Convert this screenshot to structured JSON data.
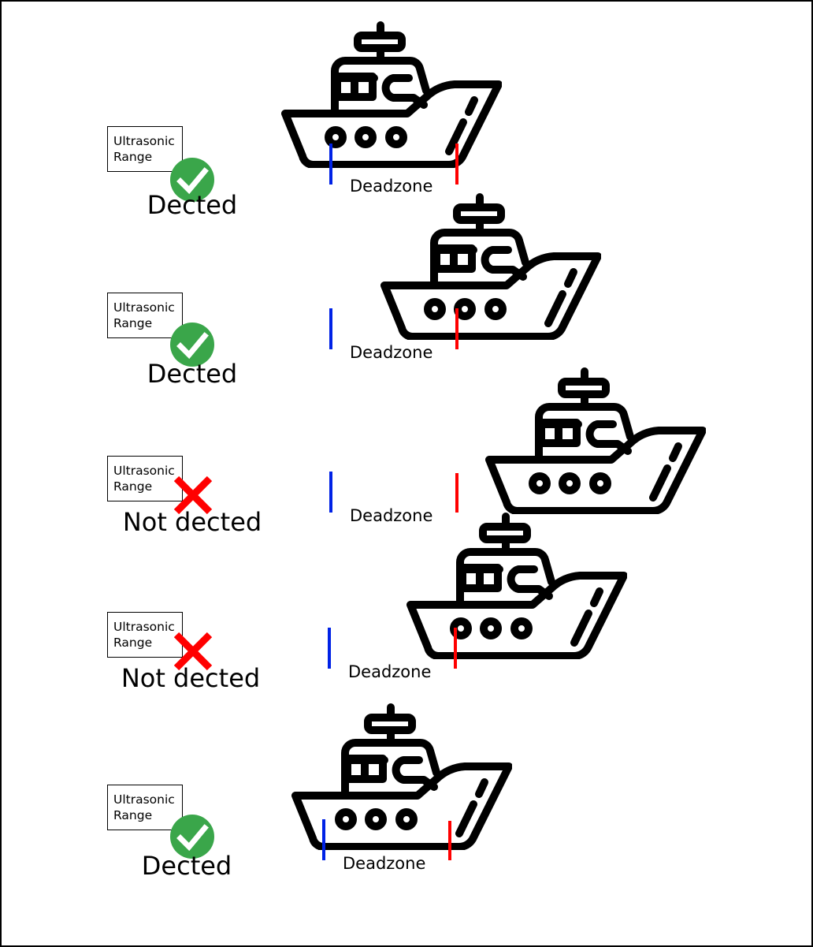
{
  "colors": {
    "blue_marker": "#0022e6",
    "red_marker": "#ff0000",
    "check_green": "#3aa64a",
    "cross_red": "#ff0000"
  },
  "scenarios": [
    {
      "range_label": [
        "Ultrasonic",
        "Range"
      ],
      "status_icon": "check-icon",
      "status_text": "Dected",
      "deadzone_label": "Deadzone"
    },
    {
      "range_label": [
        "Ultrasonic",
        "Range"
      ],
      "status_icon": "check-icon",
      "status_text": "Dected",
      "deadzone_label": "Deadzone"
    },
    {
      "range_label": [
        "Ultrasonic",
        "Range"
      ],
      "status_icon": "cross-icon",
      "status_text": "Not dected",
      "deadzone_label": "Deadzone"
    },
    {
      "range_label": [
        "Ultrasonic",
        "Range"
      ],
      "status_icon": "cross-icon",
      "status_text": "Not dected",
      "deadzone_label": "Deadzone"
    },
    {
      "range_label": [
        "Ultrasonic",
        "Range"
      ],
      "status_icon": "check-icon",
      "status_text": "Dected",
      "deadzone_label": "Deadzone"
    }
  ]
}
